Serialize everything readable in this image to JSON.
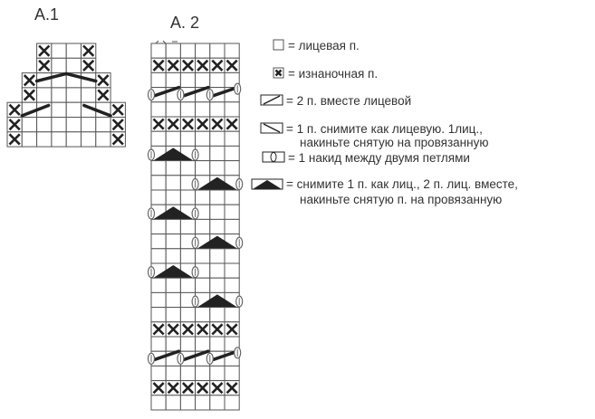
{
  "charts": {
    "a1": {
      "title": "A.1",
      "rows": [
        {
          "cols": 4,
          "offset": 2,
          "purl": [
            0,
            3
          ]
        },
        {
          "cols": 4,
          "offset": 2,
          "purl": [
            0,
            3
          ]
        },
        {
          "cols": 6,
          "offset": 1,
          "purl": [
            0,
            5
          ],
          "decreases": "center"
        },
        {
          "cols": 6,
          "offset": 1,
          "purl": [
            0,
            5
          ]
        },
        {
          "cols": 8,
          "offset": 0,
          "purl": [
            0,
            7
          ],
          "decreases": "split"
        },
        {
          "cols": 8,
          "offset": 0,
          "purl": [
            0,
            7
          ]
        },
        {
          "cols": 8,
          "offset": 0,
          "purl": [
            0,
            7
          ]
        }
      ]
    },
    "a2": {
      "title": "A. 2",
      "cols": 6,
      "rows": [
        "knit",
        "purl",
        "knit",
        "yo-k2tog",
        "knit",
        "purl",
        "knit",
        "sk2p-left",
        "knit",
        "sk2p-right",
        "knit",
        "sk2p-left",
        "knit",
        "sk2p-right",
        "knit",
        "sk2p-left",
        "knit",
        "sk2p-right",
        "knit",
        "purl",
        "knit",
        "yo-k2tog",
        "knit",
        "purl",
        "knit"
      ]
    }
  },
  "legend": [
    {
      "symbol": "knit",
      "text": "= лицевая п."
    },
    {
      "symbol": "purl",
      "text": "= изнаночная п."
    },
    {
      "symbol": "k2tog",
      "text": "=  2 п. вместе лицевой"
    },
    {
      "symbol": "skpo",
      "text": "= 1 п. снимите как лицевую. 1лиц.,",
      "text2": "накиньте снятую на провязанную"
    },
    {
      "symbol": "yo",
      "text": "= 1 накид между двумя петлями"
    },
    {
      "symbol": "sk2p",
      "text": "= снимите 1 п. как лиц., 2 п. лиц. вместе,",
      "text2": "накиньте снятую п. на провязанную"
    }
  ],
  "colors": {
    "grid": "#555555",
    "ink": "#222222"
  }
}
